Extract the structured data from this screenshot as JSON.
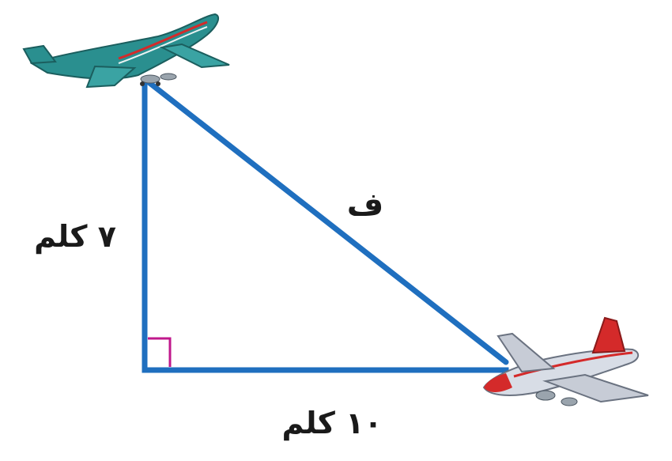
{
  "labels": {
    "hypotenuse": "ف",
    "vertical_side": "٧ كلم",
    "horizontal_side": "١٠ كلم"
  },
  "colors": {
    "triangle_stroke": "#1f6fbf",
    "right_angle_marker": "#c0188c",
    "plane_top_body": "#2a8f8f",
    "plane_bottom_body": "#d8dde6",
    "plane_stripe": "#d42a2a"
  },
  "icons": [
    "airplane-icon",
    "airplane-icon"
  ]
}
